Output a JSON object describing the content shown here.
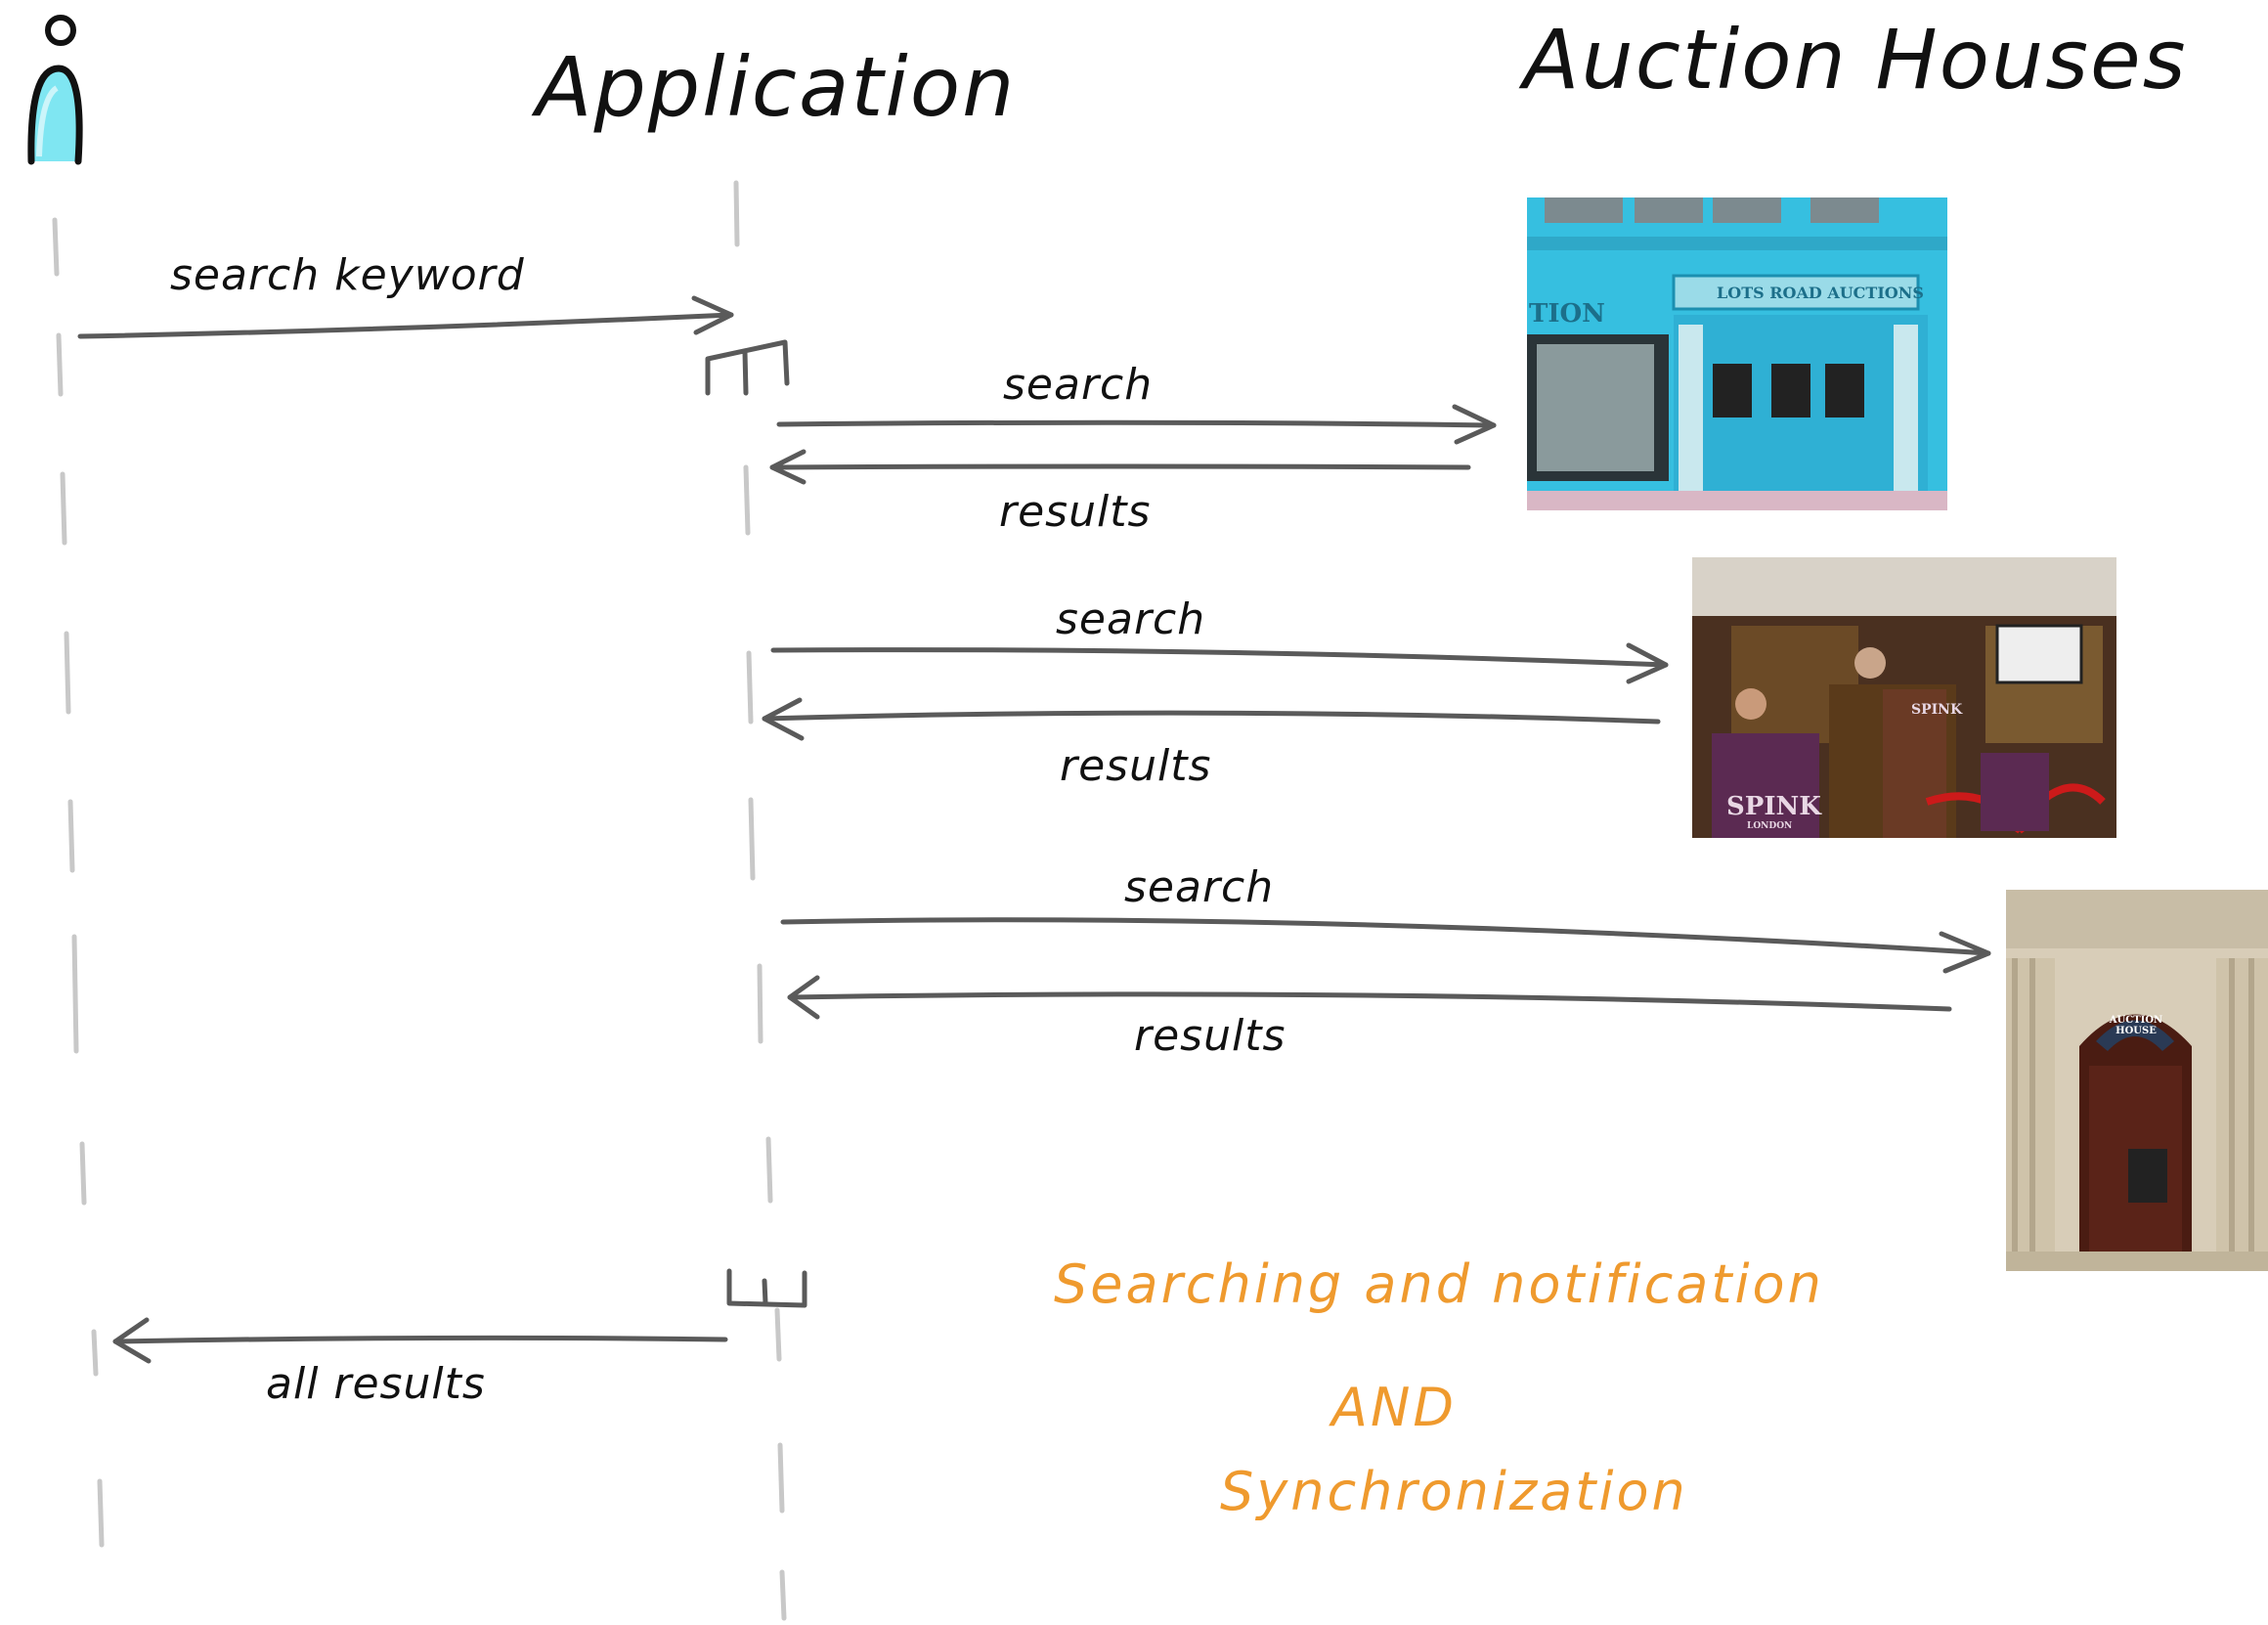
{
  "headings": {
    "application": "Application",
    "auction_houses": "Auction Houses"
  },
  "messages": {
    "search_keyword": "search keyword",
    "search": "search",
    "results": "results",
    "all_results": "all results"
  },
  "note": {
    "line1": "Searching and notification",
    "line2": "AND",
    "line3": "Synchronization"
  },
  "photos": {
    "lots_road": {
      "sign": "LOTS ROAD AUCTIONS",
      "partial_word": "TION"
    },
    "spink": {
      "sign_front": "SPINK",
      "sign_sub": "LONDON",
      "sign_back": "SPINK"
    },
    "auction_house": {
      "arch_sign": "AUCTION HOUSE"
    }
  },
  "colors": {
    "ink": "#111111",
    "arrow": "#5a5a5a",
    "lifeline": "#c8c8c8",
    "note": "#ef9a2e",
    "actor_fill": "#7fe6f2"
  },
  "icons": {
    "actor": "stick-figure-icon"
  }
}
